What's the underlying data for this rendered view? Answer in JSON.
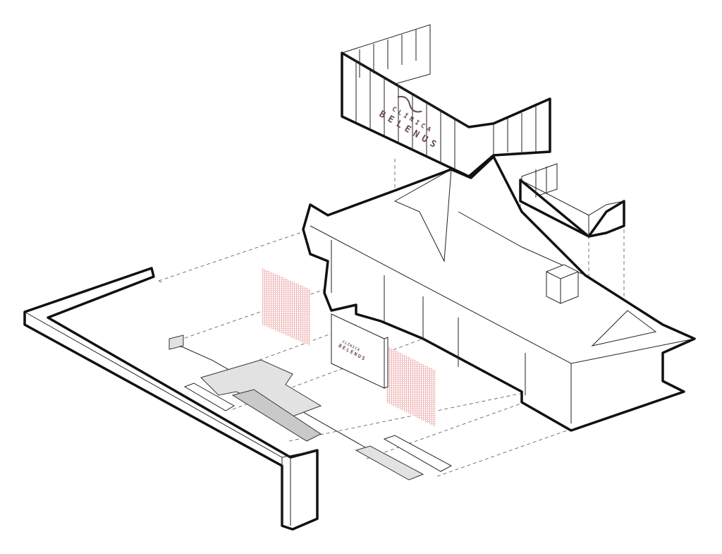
{
  "drawing": {
    "type": "exploded axonometric",
    "sign_text": {
      "line1": "CLÍNICA",
      "line2": "BELENUS"
    },
    "colors": {
      "line": "#111111",
      "slab": "#e2e2e2",
      "slab_dark": "#c9c9c9",
      "hatch": "#e8a0a0",
      "logo": "#6b4a4e"
    }
  }
}
